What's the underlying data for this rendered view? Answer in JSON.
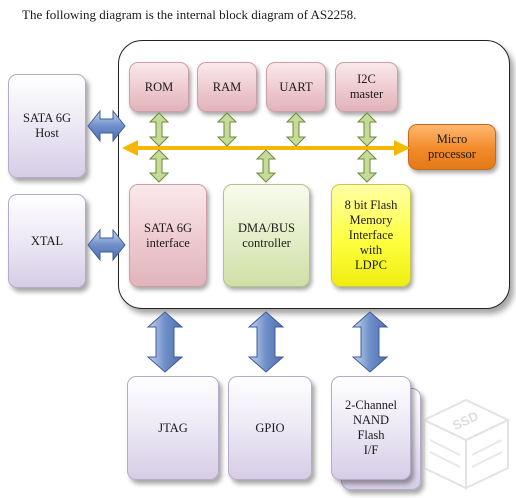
{
  "caption": "The following diagram is the internal block diagram of AS2258.",
  "blocks": {
    "rom": "ROM",
    "ram": "RAM",
    "uart": "UART",
    "i2c_line1": "I2C",
    "i2c_line2": "master",
    "micro_line1": "Micro",
    "micro_line2": "processor",
    "sata_host_line1": "SATA 6G",
    "sata_host_line2": "Host",
    "xtal": "XTAL",
    "sata_if_line1": "SATA 6G",
    "sata_if_line2": "interface",
    "dma_line1": "DMA/BUS",
    "dma_line2": "controller",
    "flash_line1": "8 bit Flash",
    "flash_line2": "Memory",
    "flash_line3": "Interface",
    "flash_line4": "with",
    "flash_line5": "LDPC",
    "jtag": "JTAG",
    "gpio": "GPIO",
    "nand_line1": "2-Channel",
    "nand_line2": "NAND",
    "nand_line3": "Flash",
    "nand_line4": "I/F"
  },
  "watermark": "SSD",
  "colors": {
    "bus": "#f5b800",
    "arrow_green": "#c4dc98",
    "arrow_blue": "#8aa7d6",
    "pink_block": "#ecc7cd",
    "lavender_block": "#e4def0",
    "green_block": "#e3edc6",
    "yellow_block": "#ffff40",
    "orange_block": "#f28a2a"
  }
}
